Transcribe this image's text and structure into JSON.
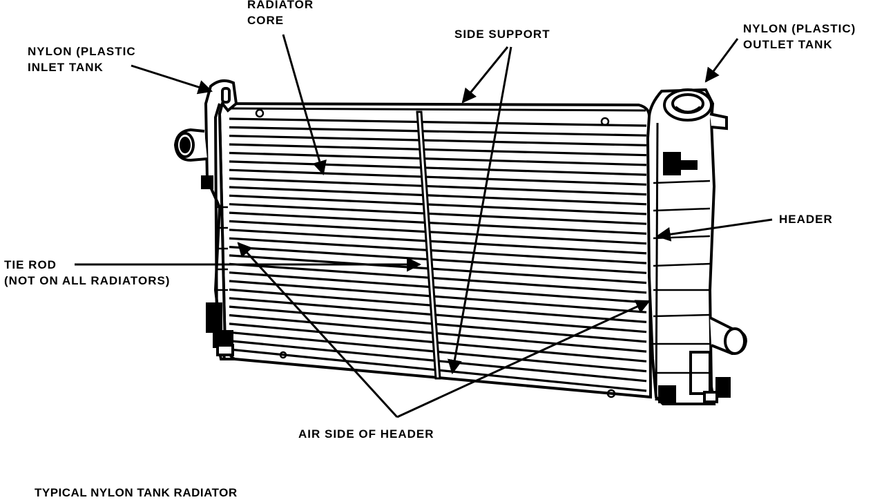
{
  "labels": {
    "radiator_core": [
      "RADIATOR",
      "CORE"
    ],
    "side_support": "SIDE SUPPORT",
    "inlet_tank": [
      "NYLON (PLASTIC",
      "INLET TANK"
    ],
    "outlet_tank": [
      "NYLON (PLASTIC)",
      "OUTLET TANK"
    ],
    "header": "HEADER",
    "tie_rod": [
      "TIE ROD",
      "(NOT ON ALL RADIATORS)"
    ],
    "air_side_of_header": "AIR SIDE OF HEADER"
  },
  "caption": "TYPICAL NYLON TANK RADIATOR",
  "colors": {
    "ink": "#000000",
    "paper": "#ffffff"
  }
}
